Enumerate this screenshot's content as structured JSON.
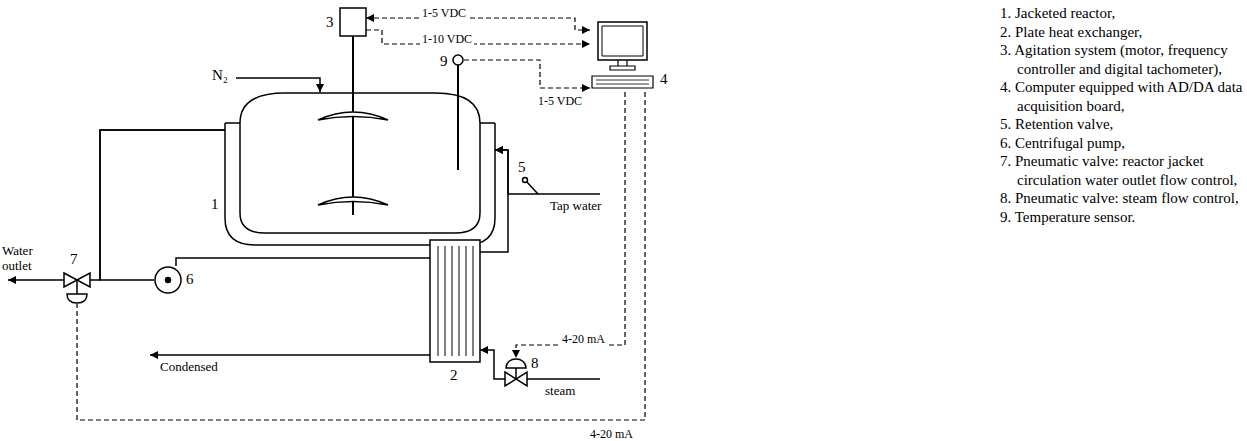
{
  "diagram": {
    "nodes": [
      {
        "text": [
          "1"
        ]
      },
      {
        "text": [
          "2"
        ]
      },
      {
        "text": [
          "3"
        ]
      },
      {
        "text": [
          "4"
        ]
      },
      {
        "text": [
          "5"
        ]
      },
      {
        "text": [
          "6"
        ]
      },
      {
        "text": [
          "7"
        ]
      },
      {
        "text": [
          "8"
        ]
      },
      {
        "text": [
          "9"
        ]
      }
    ],
    "edges": [
      {
        "from": 2,
        "to": 3,
        "arrow": "both",
        "label": "1-5 VDC"
      },
      {
        "from": 2,
        "to": 3,
        "arrow": "to",
        "label": "1-10 VDC"
      },
      {
        "from": 8,
        "to": 3,
        "arrow": "to",
        "label": "1-5 VDC"
      },
      {
        "from": 3,
        "to": 7,
        "arrow": "to",
        "label": "4-20 mA"
      },
      {
        "from": 3,
        "to": 6,
        "arrow": "none",
        "label": "4-20 mA"
      },
      {
        "from": 0,
        "to": 6,
        "arrow": "none"
      },
      {
        "from": 0,
        "to": 5,
        "arrow": "none"
      },
      {
        "from": 5,
        "to": 1,
        "arrow": "none"
      },
      {
        "from": 1,
        "to": 0,
        "arrow": "to"
      },
      {
        "from": 4,
        "to": 0,
        "arrow": "to"
      },
      {
        "from": 7,
        "to": 1,
        "arrow": "to"
      }
    ],
    "labels": [
      "N₂",
      "Water outlet",
      "Condensed",
      "Tap water",
      "steam",
      "1. Jacketed reactor,",
      "2. Plate heat exchanger,",
      "3. Agitation system (motor, frequency controller and digital tachometer),",
      "4. Computer equipped with AD/DA data acquisition board,",
      "5. Retention valve,",
      "6. Centrifugal pump,",
      "7. Pneumatic valve: reactor jacket circulation water outlet flow control,",
      "8. Pneumatic valve: steam flow control,",
      "9. Temperature sensor."
    ]
  }
}
